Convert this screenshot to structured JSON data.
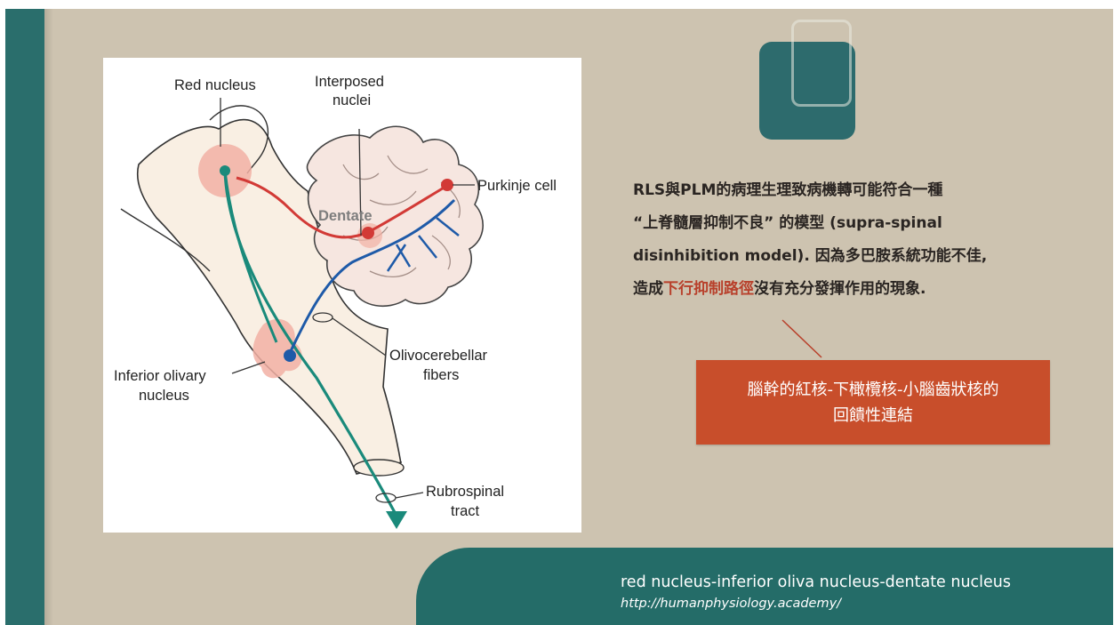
{
  "diagram": {
    "labels": {
      "red_nucleus": "Red nucleus",
      "interposed_line1": "Interposed",
      "interposed_line2": "nuclei",
      "purkinje_cell": "Purkinje cell",
      "dentate": "Dentate",
      "inferior_olivary_line1": "Inferior olivary",
      "inferior_olivary_line2": "nucleus",
      "olivocerebellar_line1": "Olivocerebellar",
      "olivocerebellar_line2": "fibers",
      "rubrospinal_line1": "Rubrospinal",
      "rubrospinal_line2": "tract"
    },
    "colors": {
      "red_pathway": "#d23a36",
      "teal_pathway": "#1a8a7b",
      "blue_pathway": "#1e5aa8",
      "nucleus_pink": "#f2b0a4"
    }
  },
  "text": {
    "line1": "RLS與PLM的病理生理致病機轉可能符合一種",
    "line2": "“上脊髓層抑制不良” 的模型 (supra-spinal",
    "line3": "disinhibition model). 因為多巴胺系統功能不佳,",
    "line4_prefix": "造成",
    "line4_highlight": "下行抑制路徑",
    "line4_suffix": "沒有充分發揮作用的現象."
  },
  "callout": {
    "line1": "腦幹的紅核-下橄欖核-小腦齒狀核的",
    "line2": "回饋性連結"
  },
  "banner": {
    "title": "red nucleus-inferior oliva nucleus-dentate nucleus",
    "url": "http://humanphysiology.academy/"
  },
  "colors": {
    "background": "#cdc3b0",
    "teal_accent": "#246c68",
    "callout_bg": "#c84e2b",
    "highlight_text": "#b8402b"
  }
}
